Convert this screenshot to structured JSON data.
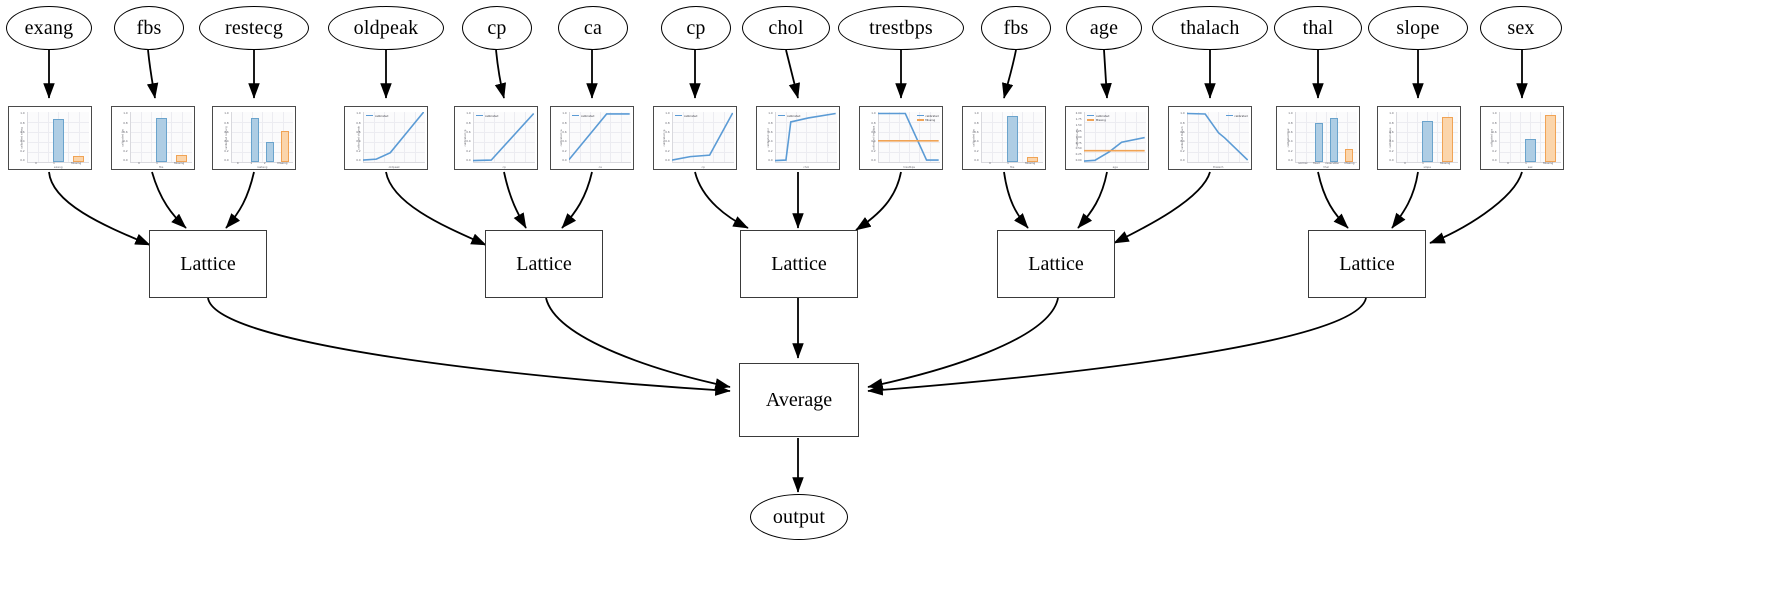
{
  "diagram": {
    "type": "calibrated-lattice-ensemble",
    "title": "",
    "nodes": {
      "features": [
        {
          "id": "exang",
          "label": "exang"
        },
        {
          "id": "fbs1",
          "label": "fbs"
        },
        {
          "id": "restecg",
          "label": "restecg"
        },
        {
          "id": "oldpeak",
          "label": "oldpeak"
        },
        {
          "id": "cp1",
          "label": "cp"
        },
        {
          "id": "ca",
          "label": "ca"
        },
        {
          "id": "cp2",
          "label": "cp"
        },
        {
          "id": "chol",
          "label": "chol"
        },
        {
          "id": "trestbps",
          "label": "trestbps"
        },
        {
          "id": "fbs2",
          "label": "fbs"
        },
        {
          "id": "age",
          "label": "age"
        },
        {
          "id": "thalach",
          "label": "thalach"
        },
        {
          "id": "thal",
          "label": "thal"
        },
        {
          "id": "slope",
          "label": "slope"
        },
        {
          "id": "sex",
          "label": "sex"
        }
      ],
      "lattices": [
        {
          "id": "lattice1",
          "label": "Lattice"
        },
        {
          "id": "lattice2",
          "label": "Lattice"
        },
        {
          "id": "lattice3",
          "label": "Lattice"
        },
        {
          "id": "lattice4",
          "label": "Lattice"
        },
        {
          "id": "lattice5",
          "label": "Lattice"
        }
      ],
      "average": {
        "id": "average",
        "label": "Average"
      },
      "output": {
        "id": "output",
        "label": "output"
      }
    },
    "legend_labels": {
      "calibrated": "calibrated",
      "missing": "Missing"
    },
    "colors": {
      "bar_blue_fill": "#aecde4",
      "bar_blue_edge": "#6aa3cc",
      "bar_orange_fill": "#fbd5ab",
      "bar_orange_edge": "#f0a355",
      "line_blue": "#5b9bd5",
      "line_orange": "#f0a355",
      "edge_stroke": "#000000",
      "node_stroke": "#000000",
      "plot_border": "#4a4a4a",
      "background": "#ffffff"
    }
  },
  "chart_data": [
    {
      "id": "plot-exang",
      "type": "bar",
      "feature": "exang",
      "xlabel": "exang",
      "ylabel": "calibrated exang",
      "categories": [
        "0",
        "1",
        "Missing"
      ],
      "values": [
        0.0,
        0.86,
        0.12
      ],
      "ylim": [
        0,
        1
      ],
      "bar_colors": [
        "blue",
        "blue",
        "orange"
      ],
      "yticks": [
        "1.0",
        "0.8",
        "0.6",
        "0.4",
        "0.2",
        "0.0"
      ]
    },
    {
      "id": "plot-fbs-1",
      "type": "bar",
      "feature": "fbs",
      "xlabel": "fbs",
      "ylabel": "calibrated fbs",
      "categories": [
        "0",
        "1",
        "Missing"
      ],
      "values": [
        0.0,
        0.88,
        0.14
      ],
      "ylim": [
        0,
        1
      ],
      "bar_colors": [
        "blue",
        "blue",
        "orange"
      ],
      "yticks": [
        "1.0",
        "0.8",
        "0.6",
        "0.4",
        "0.2",
        "0.0"
      ]
    },
    {
      "id": "plot-restecg",
      "type": "bar",
      "feature": "restecg",
      "xlabel": "restecg",
      "ylabel": "calibrated restecg",
      "categories": [
        "0",
        "1",
        "2",
        "Missing"
      ],
      "values": [
        0.0,
        0.88,
        0.4,
        0.62
      ],
      "ylim": [
        0,
        1
      ],
      "bar_colors": [
        "blue",
        "blue",
        "blue",
        "orange"
      ],
      "yticks": [
        "1.0",
        "0.8",
        "0.6",
        "0.4",
        "0.2",
        "0.0"
      ]
    },
    {
      "id": "plot-oldpeak",
      "type": "line",
      "feature": "oldpeak",
      "xlabel": "oldpeak",
      "ylabel": "calibrated oldpeak",
      "legend": [
        "calibrated"
      ],
      "x": [
        0.0,
        0.22,
        0.45,
        1.0
      ],
      "y": [
        0.03,
        0.05,
        0.18,
        1.0
      ],
      "ylim": [
        0,
        1
      ],
      "yticks": [
        "1.0",
        "0.8",
        "0.6",
        "0.4",
        "0.2",
        "0.0"
      ]
    },
    {
      "id": "plot-cp-1",
      "type": "line",
      "feature": "cp",
      "xlabel": "cp",
      "ylabel": "calibrated cp",
      "legend": [
        "calibrated"
      ],
      "x": [
        0.0,
        0.3,
        1.0
      ],
      "y": [
        0.02,
        0.03,
        0.97
      ],
      "ylim": [
        0,
        1
      ],
      "yticks": [
        "1.0",
        "0.8",
        "0.6",
        "0.4",
        "0.2",
        "0.0"
      ]
    },
    {
      "id": "plot-ca",
      "type": "line",
      "feature": "ca",
      "xlabel": "ca",
      "ylabel": "calibrated ca",
      "legend": [
        "calibrated"
      ],
      "x": [
        0.0,
        0.62,
        1.0
      ],
      "y": [
        0.04,
        0.96,
        0.96
      ],
      "ylim": [
        0,
        1
      ],
      "yticks": [
        "1.0",
        "0.8",
        "0.6",
        "0.4",
        "0.2",
        "0.0"
      ]
    },
    {
      "id": "plot-cp-2",
      "type": "line",
      "feature": "cp",
      "xlabel": "cp",
      "ylabel": "calibrated cp",
      "legend": [
        "calibrated"
      ],
      "x": [
        0.0,
        0.3,
        0.62,
        1.0
      ],
      "y": [
        0.03,
        0.1,
        0.13,
        0.98
      ],
      "ylim": [
        0,
        1
      ],
      "yticks": [
        "1.0",
        "0.8",
        "0.6",
        "0.4",
        "0.2",
        "0.0"
      ]
    },
    {
      "id": "plot-chol",
      "type": "line",
      "feature": "chol",
      "xlabel": "chol",
      "ylabel": "calibrated chol",
      "legend": [
        "calibrated"
      ],
      "x": [
        0.0,
        0.18,
        0.26,
        0.55,
        1.0
      ],
      "y": [
        0.02,
        0.03,
        0.8,
        0.88,
        0.97
      ],
      "ylim": [
        0,
        1
      ],
      "yticks": [
        "1.0",
        "0.8",
        "0.6",
        "0.4",
        "0.2",
        "0.0"
      ]
    },
    {
      "id": "plot-trestbps",
      "type": "line",
      "feature": "trestbps",
      "xlabel": "trestbps",
      "ylabel": "calibrated trestbps",
      "legend": [
        "calibrated",
        "Missing"
      ],
      "x": [
        0.0,
        0.45,
        0.8,
        1.0
      ],
      "y": [
        0.97,
        0.97,
        0.03,
        0.03
      ],
      "missing_value": 0.42,
      "ylim": [
        0,
        1
      ],
      "yticks": [
        "1.0",
        "0.8",
        "0.6",
        "0.4",
        "0.2",
        "0.0"
      ]
    },
    {
      "id": "plot-fbs-2",
      "type": "bar",
      "feature": "fbs",
      "xlabel": "fbs",
      "ylabel": "calibrated fbs",
      "categories": [
        "0",
        "1",
        "Missing"
      ],
      "values": [
        0.0,
        0.92,
        0.1
      ],
      "ylim": [
        0,
        1
      ],
      "bar_colors": [
        "blue",
        "blue",
        "orange"
      ],
      "yticks": [
        "1.0",
        "0.8",
        "0.6",
        "0.4",
        "0.2",
        "0.0"
      ]
    },
    {
      "id": "plot-age",
      "type": "line",
      "feature": "age",
      "xlabel": "age",
      "ylabel": "calibrated age",
      "legend": [
        "calibrated",
        "Missing"
      ],
      "x": [
        0.0,
        0.18,
        0.42,
        0.62,
        1.0
      ],
      "y": [
        0.02,
        0.05,
        0.4,
        0.78,
        0.97
      ],
      "missing_value": 0.44,
      "ylim": [
        0,
        2
      ],
      "yticks": [
        "2.00",
        "1.75",
        "1.50",
        "1.25",
        "1.00",
        "0.75",
        "0.50",
        "0.25",
        "0.00"
      ]
    },
    {
      "id": "plot-thalach",
      "type": "line",
      "feature": "thalach",
      "xlabel": "thalach",
      "ylabel": "calibrated thalach",
      "legend": [
        "calibrated"
      ],
      "x": [
        0.0,
        0.3,
        0.52,
        0.62,
        1.0
      ],
      "y": [
        0.97,
        0.96,
        0.58,
        0.48,
        0.03
      ],
      "ylim": [
        0,
        1
      ],
      "yticks": [
        "1.0",
        "0.8",
        "0.6",
        "0.4",
        "0.2",
        "0.0"
      ]
    },
    {
      "id": "plot-thal",
      "type": "bar",
      "feature": "thal",
      "xlabel": "thal",
      "ylabel": "calibrated thal",
      "categories": [
        "normal",
        "fixed",
        "reversible",
        "Missing"
      ],
      "values": [
        0.0,
        0.78,
        0.88,
        0.26
      ],
      "ylim": [
        0,
        1
      ],
      "bar_colors": [
        "blue",
        "blue",
        "blue",
        "orange"
      ],
      "yticks": [
        "1.0",
        "0.8",
        "0.6",
        "0.4",
        "0.2",
        "0.0"
      ]
    },
    {
      "id": "plot-slope",
      "type": "bar",
      "feature": "slope",
      "xlabel": "slope",
      "ylabel": "calibrated slope",
      "categories": [
        "0",
        "1",
        "Missing"
      ],
      "values": [
        0.0,
        0.82,
        0.9
      ],
      "ylim": [
        0,
        1
      ],
      "bar_colors": [
        "blue",
        "blue",
        "orange"
      ],
      "yticks": [
        "1.0",
        "0.8",
        "0.6",
        "0.4",
        "0.2",
        "0.0"
      ]
    },
    {
      "id": "plot-sex",
      "type": "bar",
      "feature": "sex",
      "xlabel": "sex",
      "ylabel": "calibrated sex",
      "categories": [
        "0",
        "1",
        "Missing"
      ],
      "values": [
        0.0,
        0.46,
        0.93
      ],
      "ylim": [
        0,
        1
      ],
      "bar_colors": [
        "blue",
        "blue",
        "orange"
      ],
      "yticks": [
        "1.0",
        "0.8",
        "0.6",
        "0.4",
        "0.2",
        "0.0"
      ]
    }
  ]
}
